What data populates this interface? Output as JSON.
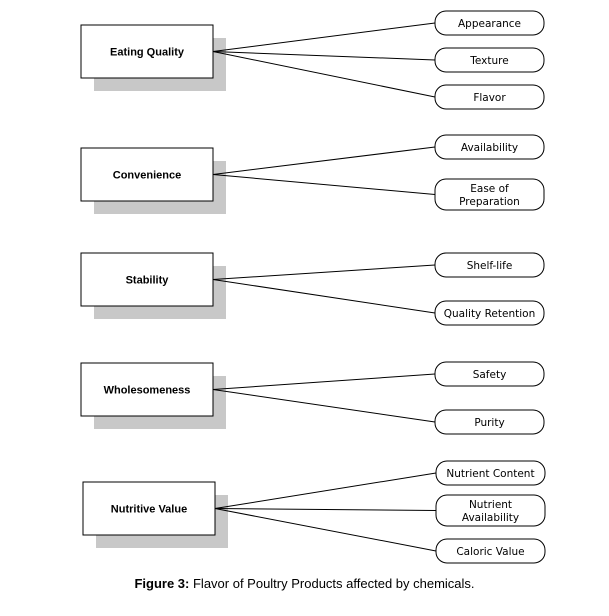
{
  "diagram": {
    "categories": [
      {
        "label": "Eating Quality",
        "attributes": [
          [
            "Appearance"
          ],
          [
            "Texture"
          ],
          [
            "Flavor"
          ]
        ]
      },
      {
        "label": "Convenience",
        "attributes": [
          [
            "Availability"
          ],
          [
            "Ease of",
            "Preparation"
          ]
        ]
      },
      {
        "label": "Stability",
        "attributes": [
          [
            "Shelf-life"
          ],
          [
            "Quality Retention"
          ]
        ]
      },
      {
        "label": "Wholesomeness",
        "attributes": [
          [
            "Safety"
          ],
          [
            "Purity"
          ]
        ]
      },
      {
        "label": "Nutritive Value",
        "attributes": [
          [
            "Nutrient Content"
          ],
          [
            "Nutrient",
            "Availability"
          ],
          [
            "Caloric Value"
          ]
        ]
      }
    ]
  },
  "caption": {
    "label": "Figure 3:",
    "text": "Flavor of Poultry Products affected by chemicals."
  }
}
